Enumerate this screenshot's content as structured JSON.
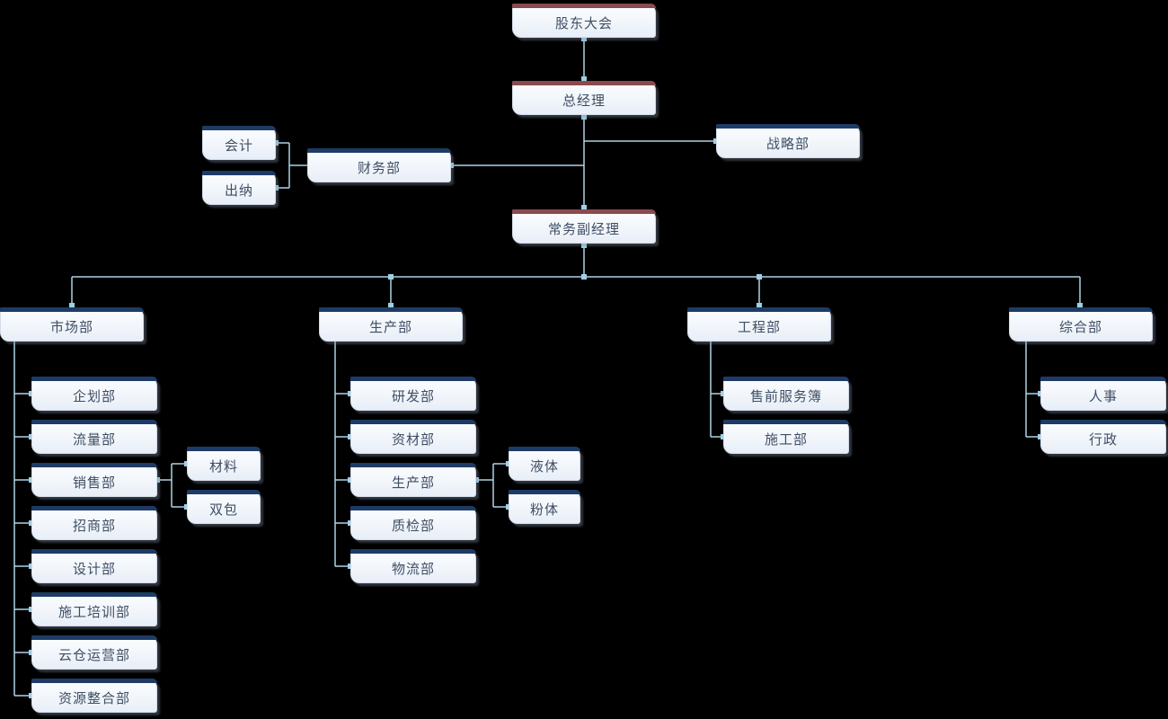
{
  "org_chart": {
    "colors": {
      "background": "#000000",
      "connector_line": "#aed3e6",
      "connector_dot": "#9fcfe6",
      "accent_navy": "#1d3b66",
      "accent_red": "#8b4a50",
      "node_text": "#3e4e64"
    },
    "nodes": {
      "shareholders_meeting": "股东大会",
      "general_manager": "总经理",
      "accounting": "会计",
      "cashier": "出纳",
      "finance_dept": "财务部",
      "strategy_dept": "战略部",
      "deputy_general_manager": "常务副经理",
      "marketing_dept": "市场部",
      "planning_dept": "企划部",
      "traffic_dept": "流量部",
      "sales_dept": "销售部",
      "materials": "材料",
      "double_pack": "双包",
      "investment_dept": "招商部",
      "design_dept": "设计部",
      "construction_training_dept": "施工培训部",
      "cloud_warehouse_ops_dept": "云仓运营部",
      "resource_integration_dept": "资源整合部",
      "production_dept": "生产部",
      "rd_dept": "研发部",
      "material_supply_dept": "资材部",
      "production_sub_dept": "生产部",
      "liquid": "液体",
      "powder": "粉体",
      "quality_inspection_dept": "质检部",
      "logistics_dept": "物流部",
      "engineering_dept": "工程部",
      "presales_service_book": "售前服务簿",
      "construction_dept": "施工部",
      "general_affairs_dept": "综合部",
      "hr": "人事",
      "administration": "行政"
    }
  }
}
